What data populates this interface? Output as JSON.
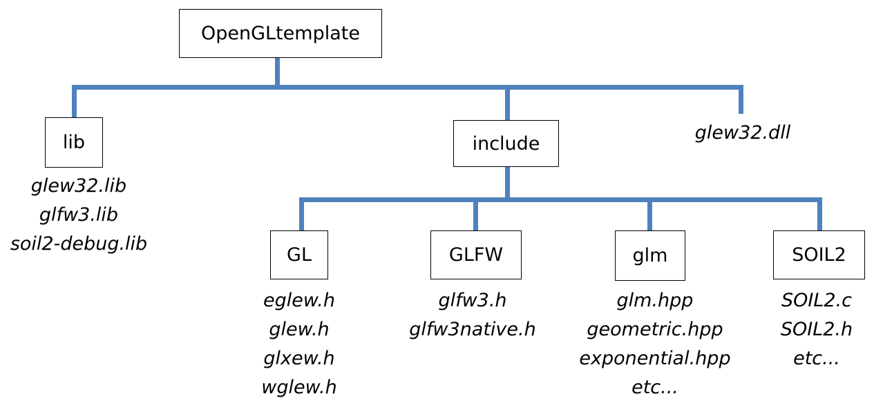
{
  "colors": {
    "connector": "#4f81bd",
    "box_border": "#000000",
    "text": "#000000"
  },
  "root": {
    "label": "OpenGLtemplate"
  },
  "lib": {
    "label": "lib",
    "files": [
      "glew32.lib",
      "glfw3.lib",
      "soil2-debug.lib"
    ]
  },
  "include": {
    "label": "include"
  },
  "dll": {
    "label": "glew32.dll"
  },
  "gl": {
    "label": "GL",
    "files": [
      "eglew.h",
      "glew.h",
      "glxew.h",
      "wglew.h"
    ]
  },
  "glfw": {
    "label": "GLFW",
    "files": [
      "glfw3.h",
      "glfw3native.h"
    ]
  },
  "glm": {
    "label": "glm",
    "files": [
      "glm.hpp",
      "geometric.hpp",
      "exponential.hpp",
      "etc..."
    ]
  },
  "soil2": {
    "label": "SOIL2",
    "files": [
      "SOIL2.c",
      "SOIL2.h",
      "etc..."
    ]
  }
}
